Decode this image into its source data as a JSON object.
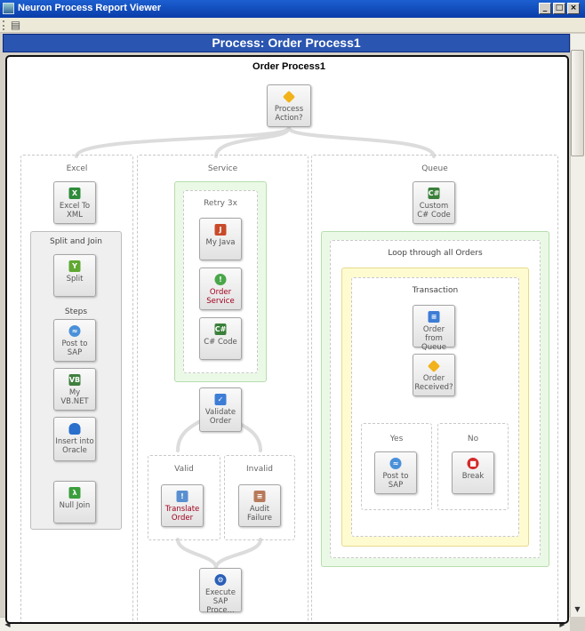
{
  "window": {
    "title": "Neuron Process Report Viewer",
    "controls": [
      "_",
      "□",
      "×"
    ]
  },
  "header": {
    "title": "Process: Order Process1"
  },
  "canvas": {
    "process_name": "Order Process1"
  },
  "top_step": {
    "label": "Process Action?"
  },
  "branches": {
    "excel": {
      "label": "Excel",
      "step_excel_to_xml": "Excel To XML",
      "split_join_label": "Split and Join",
      "step_split": "Split",
      "steps_label": "Steps",
      "step_post_to_sap": "Post to SAP",
      "step_my_vbnet": "My VB.NET",
      "step_insert_oracle": "Insert into Oracle",
      "step_null_join": "Null Join"
    },
    "service": {
      "label": "Service",
      "retry_label": "Retry 3x",
      "step_my_java": "My Java",
      "step_order_service": "Order Service",
      "step_csharp_code": "C# Code",
      "step_validate_order": "Validate Order",
      "valid_label": "Valid",
      "invalid_label": "Invalid",
      "step_translate_order": "Translate Order",
      "step_audit_failure": "Audit Failure",
      "step_execute_sap": "Execute SAP Proce..."
    },
    "queue": {
      "label": "Queue",
      "step_custom_csharp": "Custom C# Code",
      "loop_label": "Loop through all Orders",
      "transaction_label": "Transaction",
      "step_order_from_queue": "Order from Queue",
      "step_order_received": "Order Received?",
      "yes_label": "Yes",
      "no_label": "No",
      "step_post_to_sap": "Post to SAP",
      "step_break": "Break"
    }
  }
}
